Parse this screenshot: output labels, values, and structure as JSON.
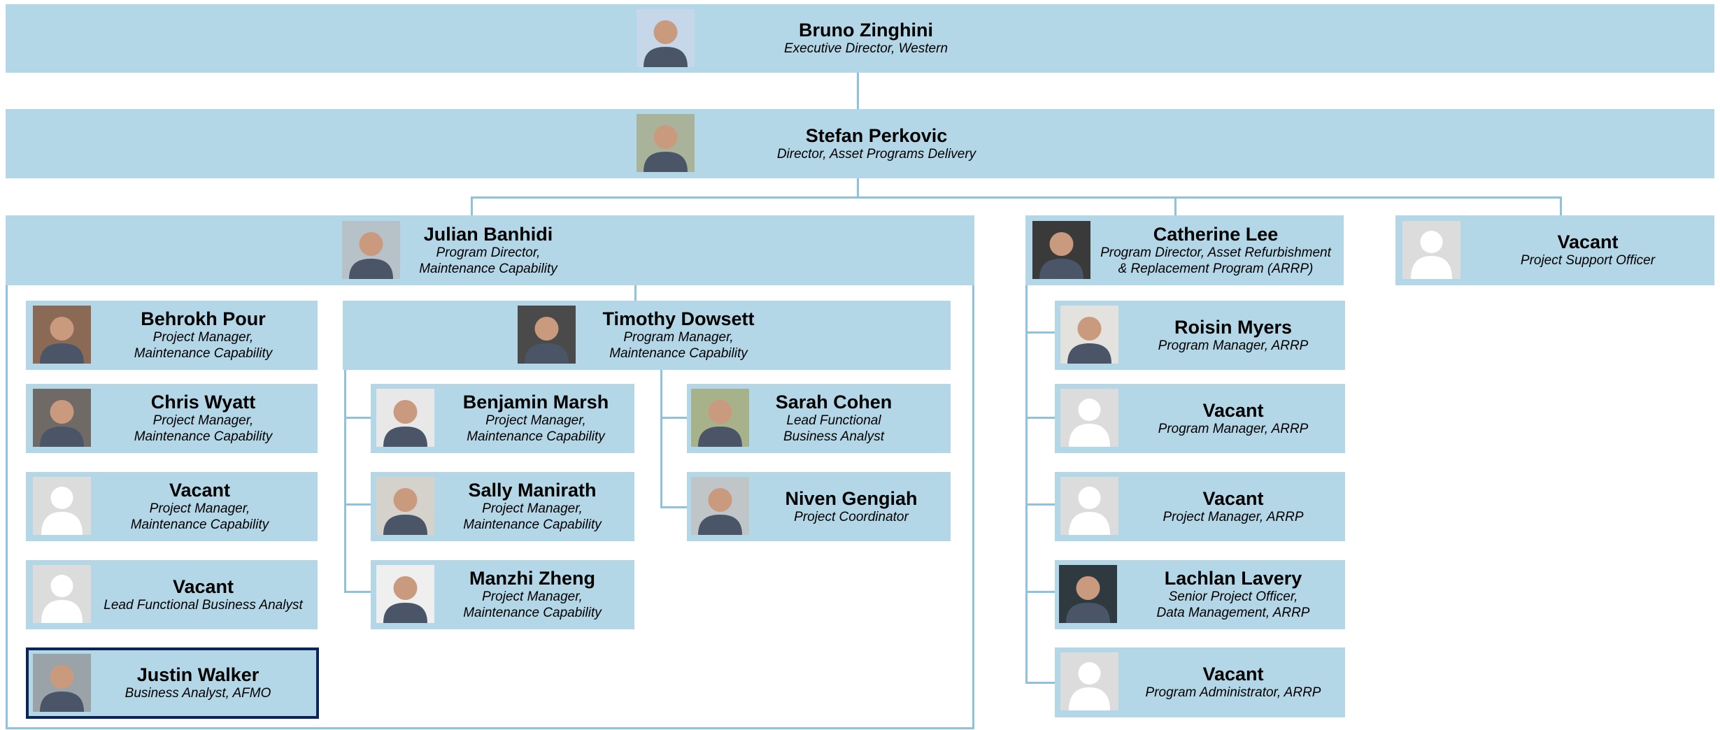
{
  "people": {
    "bruno": {
      "name": "Bruno Zinghini",
      "role": "Executive Director, Western"
    },
    "stefan": {
      "name": "Stefan Perkovic",
      "role": "Director, Asset Programs Delivery"
    },
    "julian": {
      "name": "Julian Banhidi",
      "role": "Program Director,\nMaintenance Capability"
    },
    "catherine": {
      "name": "Catherine Lee",
      "role": "Program Director, Asset Refurbishment\n& Replacement Program (ARRP)"
    },
    "vacant_pso": {
      "name": "Vacant",
      "role": "Project Support Officer"
    },
    "behrokh": {
      "name": "Behrokh Pour",
      "role": "Project Manager,\nMaintenance Capability"
    },
    "chris": {
      "name": "Chris Wyatt",
      "role": "Project Manager,\nMaintenance Capability"
    },
    "vacant_pm_mc": {
      "name": "Vacant",
      "role": "Project Manager,\nMaintenance Capability"
    },
    "vacant_lfba": {
      "name": "Vacant",
      "role": "Lead Functional Business Analyst"
    },
    "justin": {
      "name": "Justin Walker",
      "role": "Business Analyst, AFMO"
    },
    "timothy": {
      "name": "Timothy Dowsett",
      "role": "Program Manager,\nMaintenance Capability"
    },
    "benjamin": {
      "name": "Benjamin Marsh",
      "role": "Project Manager,\nMaintenance Capability"
    },
    "sally": {
      "name": "Sally Manirath",
      "role": "Project Manager,\nMaintenance Capability"
    },
    "manzhi": {
      "name": "Manzhi Zheng",
      "role": "Project Manager,\nMaintenance Capability"
    },
    "sarah": {
      "name": "Sarah Cohen",
      "role": "Lead Functional\nBusiness Analyst"
    },
    "niven": {
      "name": "Niven Gengiah",
      "role": "Project Coordinator"
    },
    "roisin": {
      "name": "Roisin Myers",
      "role": "Program Manager, ARRP"
    },
    "vacant_pgm_arrp": {
      "name": "Vacant",
      "role": "Program Manager, ARRP"
    },
    "vacant_pjm_arrp": {
      "name": "Vacant",
      "role": "Project Manager, ARRP"
    },
    "lachlan": {
      "name": "Lachlan Lavery",
      "role": "Senior Project Officer,\nData Management, ARRP"
    },
    "vacant_pa_arrp": {
      "name": "Vacant",
      "role": "Program Administrator, ARRP"
    }
  },
  "colors": {
    "box": "#b4d7e8",
    "line": "#8fc2dc",
    "selected_border": "#0d2459"
  },
  "icons": {
    "vacant": "person-silhouette-icon",
    "staff": "photo-portrait"
  }
}
